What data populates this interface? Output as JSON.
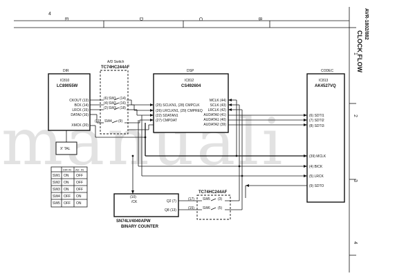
{
  "header": {
    "model": "AVR-1802/882",
    "title": "CLOCK FLOW",
    "page_ref": "4",
    "col_letters": [
      "E",
      "D",
      "C",
      "B"
    ],
    "row_numbers": [
      "1",
      "2",
      "3",
      "4"
    ]
  },
  "watermark": "manuali",
  "dir": {
    "title": "DIR",
    "ic": "IC810",
    "part": "LC89055W",
    "pins": [
      "CKOUT (13)",
      "BCK (14)",
      "LRCK (15)",
      "DATA0 (16)",
      "XMCK (20)"
    ]
  },
  "xtal": {
    "label": "X' TAL"
  },
  "ad_switch": {
    "title": "A/D Switch",
    "part": "TC74HC244AF",
    "pins": [
      "(6)",
      "(4)",
      "(2)",
      "(11)",
      "(14)",
      "(16)",
      "(18)",
      "(9)"
    ],
    "switches": [
      "SW1",
      "SW2",
      "SW3",
      "SW4"
    ]
  },
  "dsp": {
    "title": "DSP",
    "ic": "IC812",
    "part": "CS492604",
    "left_pins": [
      "(25) SCLKN1, (28) CMPCLK",
      "(26) LRCLKN1, (29) CMPREQ",
      "(22) SDATAN1",
      "(27) CMPDAT"
    ],
    "right_pins": [
      "MCLK (44)",
      "SCLK (43)",
      "LRCLK (42)",
      "AUDATA0 (41)",
      "AUDATA1 (40)",
      "AUDATA2 (39)"
    ]
  },
  "codec": {
    "title": "CODEC",
    "ic": "IC813",
    "part": "AK4527VQ",
    "pins": [
      "(6) SDTI1",
      "(7) SDTI2",
      "(8) SDTI3",
      "(39) MCLK",
      "(4) BICK",
      "(5) LRCK",
      "(9) SDTO"
    ]
  },
  "switch_table": {
    "headers": [
      "",
      "DIR",
      "IN",
      "AD",
      "IN"
    ],
    "rows": [
      [
        "SW1",
        "ON",
        "OFF"
      ],
      [
        "SW2",
        "ON",
        "OFF"
      ],
      [
        "SW3",
        "ON",
        "OFF"
      ],
      [
        "SW4",
        "OFF",
        "ON"
      ],
      [
        "SW5",
        "OFF",
        "ON"
      ]
    ]
  },
  "counter": {
    "in_pin": "(10)",
    "in_label": "/CK",
    "out_pins": [
      "Q2 (7)",
      "Q8 (13)"
    ],
    "part": "SN74LV4040APW",
    "caption": "BINARY COUNTER"
  },
  "buffer2": {
    "part": "TC74HC244AF",
    "pins": [
      "(17)",
      "(15)",
      "(3)",
      "(5)"
    ],
    "switches": [
      "SW5",
      "SW6"
    ]
  }
}
